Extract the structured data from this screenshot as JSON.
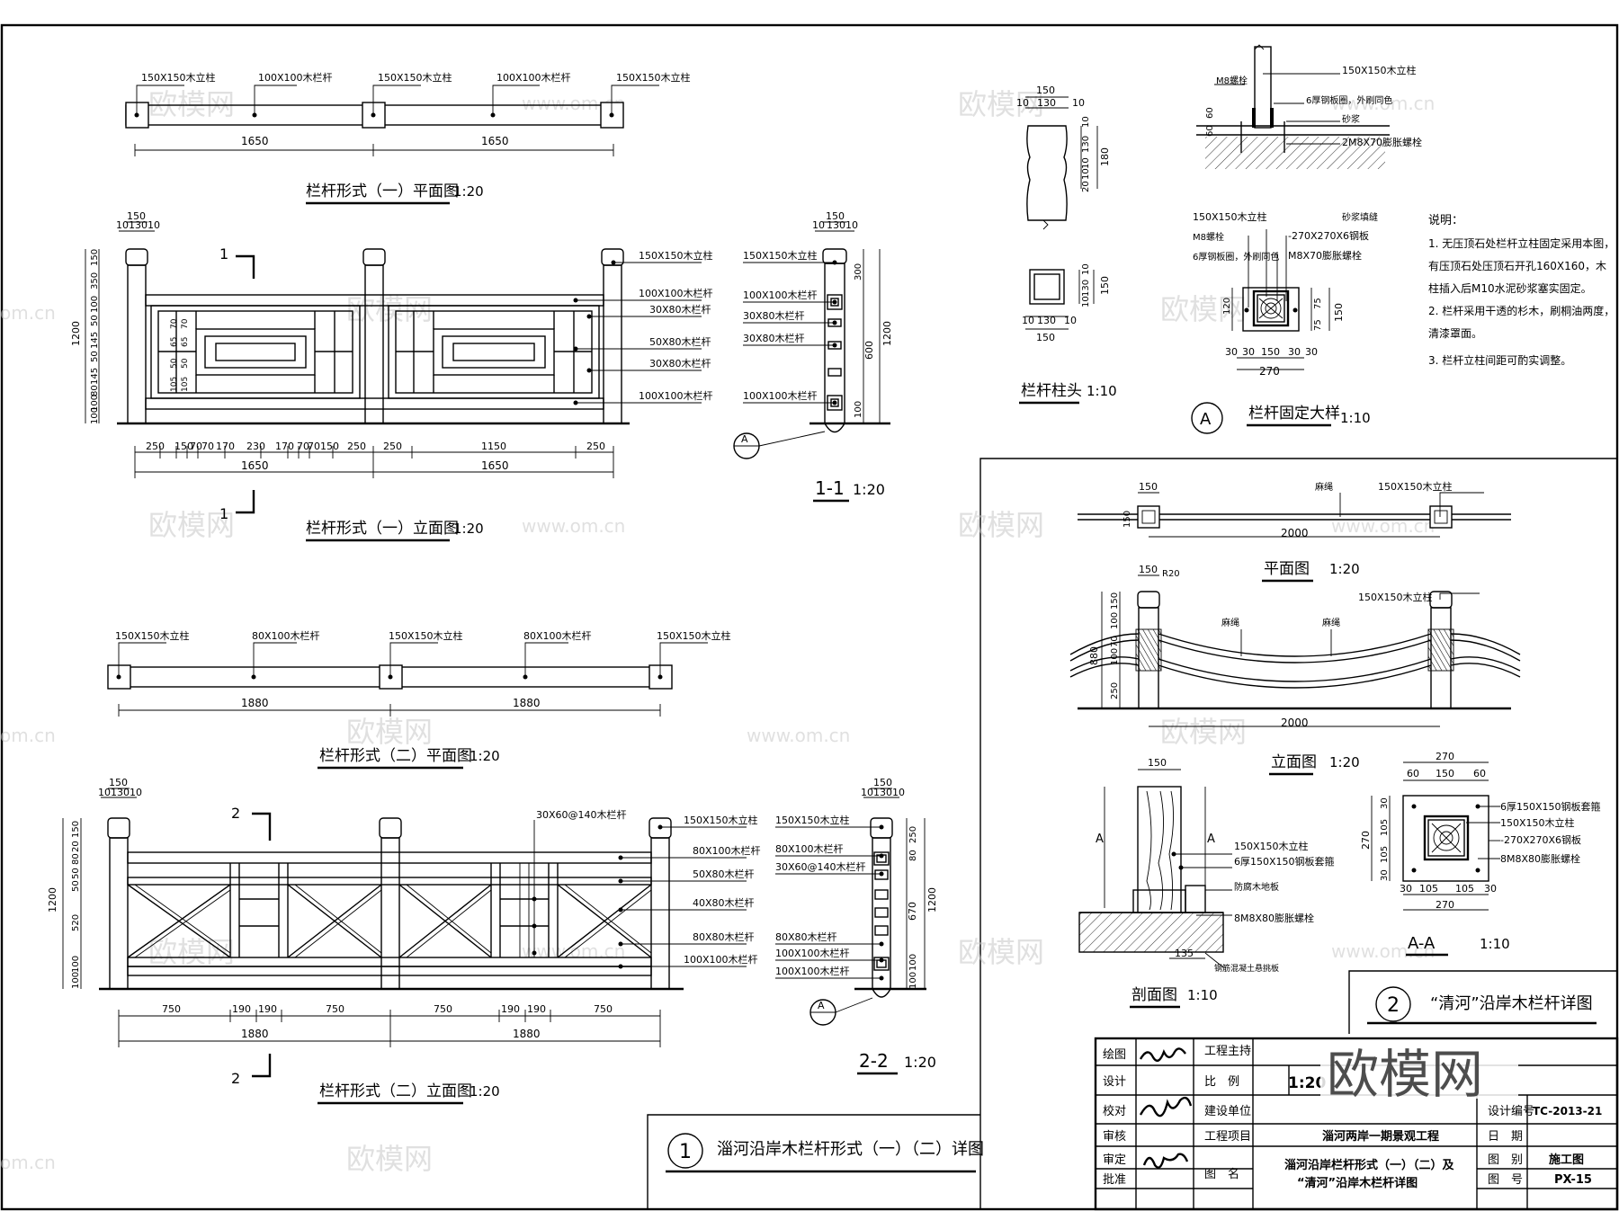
{
  "watermark": {
    "brand": "欧模网",
    "site": "www.om.cn",
    "site_short": "om.cn",
    "logo": "欧模网"
  },
  "s1": {
    "plan_title": "栏杆形式（一）平面图",
    "plan_scale": "1:20",
    "elev_title": "栏杆形式（一）立面图",
    "elev_scale": "1:20",
    "post_label": "150X150木立柱",
    "rail_label": "100X100木栏杆",
    "span": "1650",
    "post_dims": [
      "150",
      "10",
      "130",
      "10"
    ],
    "elev_left_dims": [
      "1200",
      "150",
      "350",
      "100",
      "50",
      "145",
      "50",
      "145",
      "80",
      "100",
      "100"
    ],
    "elev_inner_dims": [
      "70",
      "65",
      "50",
      "105",
      "70",
      "65",
      "50",
      "105"
    ],
    "elev_bottom_dims": [
      "250",
      "150",
      "70",
      "70",
      "170",
      "230",
      "170",
      "70",
      "70",
      "150",
      "250",
      "250",
      "1150",
      "250"
    ],
    "elev_labels": [
      "150X150木立柱",
      "100X100木栏杆",
      "30X80木栏杆",
      "50X80木栏杆",
      "30X80木栏杆",
      "100X100木栏杆"
    ],
    "section_mark": "1"
  },
  "sec11": {
    "title": "1-1",
    "scale": "1:20",
    "labels": [
      "150X150木立柱",
      "100X100木栏杆",
      "30X80木栏杆",
      "30X80木栏杆",
      "100X100木栏杆"
    ],
    "dims": [
      "300",
      "600",
      "100",
      "1200"
    ],
    "callout": "A"
  },
  "post_head": {
    "title": "栏杆柱头",
    "scale": "1:10",
    "dims_top": [
      "150",
      "10",
      "130",
      "10"
    ],
    "dims_side": [
      "10",
      "130",
      "10",
      "180",
      "10",
      "20"
    ],
    "dims_plan": [
      "10",
      "130",
      "10",
      "150",
      "10",
      "130",
      "10",
      "150"
    ]
  },
  "detailA": {
    "title": "栏杆固定大样",
    "scale": "1:10",
    "callout": "A",
    "labels_top": [
      "150X150木立柱",
      "M8螺栓",
      "6厚钢板圈，外刷同色",
      "砂浆",
      "2M8X70膨胀螺栓"
    ],
    "labels_plan": [
      "150X150木立柱",
      "砂浆填缝",
      "M8螺栓",
      "-270X270X6钢板",
      "6厚钢板圈，外刷同色",
      "M8X70膨胀螺栓"
    ],
    "dims": [
      "60",
      "60",
      "120",
      "75",
      "75",
      "150",
      "30",
      "30",
      "150",
      "30",
      "30",
      "270"
    ]
  },
  "notes": {
    "title": "说明：",
    "lines": [
      "1. 无压顶石处栏杆立柱固定采用本图，",
      "有压顶石处压顶石开孔160X160，木",
      "柱插入后M10水泥砂浆塞实固定。",
      "2. 栏杆采用干透的杉木，刷桐油两度，",
      "清漆罩面。",
      "3. 栏杆立柱间距可酌实调整。"
    ]
  },
  "s2": {
    "plan_title": "栏杆形式（二）平面图",
    "plan_scale": "1:20",
    "elev_title": "栏杆形式（二）立面图",
    "elev_scale": "1:20",
    "post_label": "150X150木立柱",
    "rail_label": "80X100木栏杆",
    "span": "1880",
    "post_dims": [
      "150",
      "10",
      "130",
      "10"
    ],
    "elev_left_dims": [
      "1200",
      "150",
      "20",
      "80",
      "50",
      "50",
      "520",
      "100",
      "100"
    ],
    "elev_bottom_dims": [
      "750",
      "190",
      "190",
      "750",
      "750",
      "190",
      "190",
      "750"
    ],
    "elev_labels": [
      "30X60@140木栏杆",
      "150X150木立柱",
      "80X100木栏杆",
      "50X80木栏杆",
      "40X80木栏杆",
      "80X80木栏杆",
      "100X100木栏杆"
    ],
    "section_mark": "2"
  },
  "sec22": {
    "title": "2-2",
    "scale": "1:20",
    "labels": [
      "150X150木立柱",
      "80X100木栏杆",
      "30X60@140木栏杆",
      "80X80木栏杆",
      "100X100木栏杆",
      "100X100木栏杆"
    ],
    "dims": [
      "250",
      "80",
      "670",
      "1200",
      "100",
      "100"
    ],
    "callout": "A"
  },
  "rope": {
    "plan_title": "平面图",
    "plan_scale": "1:20",
    "elev_title": "立面图",
    "elev_scale": "1:20",
    "sect_title": "剖面图",
    "sect_scale": "1:10",
    "aa_title": "A-A",
    "aa_scale": "1:10",
    "post_label": "150X150木立柱",
    "rope_label": "麻绳",
    "span": "2000",
    "dim_150": "150",
    "dim_r": "R20",
    "elev_dims": [
      "150",
      "100",
      "70",
      "100",
      "880",
      "250"
    ],
    "sect_labels": [
      "150X150木立柱",
      "6厚150X150钢板套箍",
      "防腐木地板",
      "8M8X80膨胀螺栓",
      "钢筋混凝土悬挑板"
    ],
    "sect_dims": [
      "150",
      "135"
    ],
    "sect_marks": [
      "A",
      "A"
    ],
    "aa_labels": [
      "6厚150X150钢板套箍",
      "150X150木立柱",
      "-270X270X6钢板",
      "8M8X80膨胀螺栓"
    ],
    "aa_dims": [
      "270",
      "60",
      "150",
      "60",
      "270",
      "30",
      "105",
      "105",
      "30",
      "270",
      "30",
      "105",
      "105",
      "30"
    ]
  },
  "panel1": {
    "num": "1",
    "title": "淄河沿岸木栏杆形式（一）（二）详图"
  },
  "panel2": {
    "num": "2",
    "title": "“清河”沿岸木栏杆详图"
  },
  "titleblock": {
    "roles": [
      "绘图",
      "设计",
      "校对",
      "审核",
      "审定",
      "批准"
    ],
    "f_host": "工程主持",
    "f_scale": "比　例",
    "scale": "1:20",
    "f_client": "建设单位",
    "f_project": "工程项目",
    "project": "淄河两岸一期景观工程",
    "f_name": "图　名",
    "name_1": "淄河沿岸栏杆形式（一）（二）及",
    "name_2": "“清河”沿岸木栏杆详图",
    "f_code": "设计编号",
    "code": "TC-2013-21",
    "f_date": "日　期",
    "date": "",
    "f_type": "图　别",
    "type": "施工图",
    "f_no": "图　号",
    "no": "PX-15"
  }
}
